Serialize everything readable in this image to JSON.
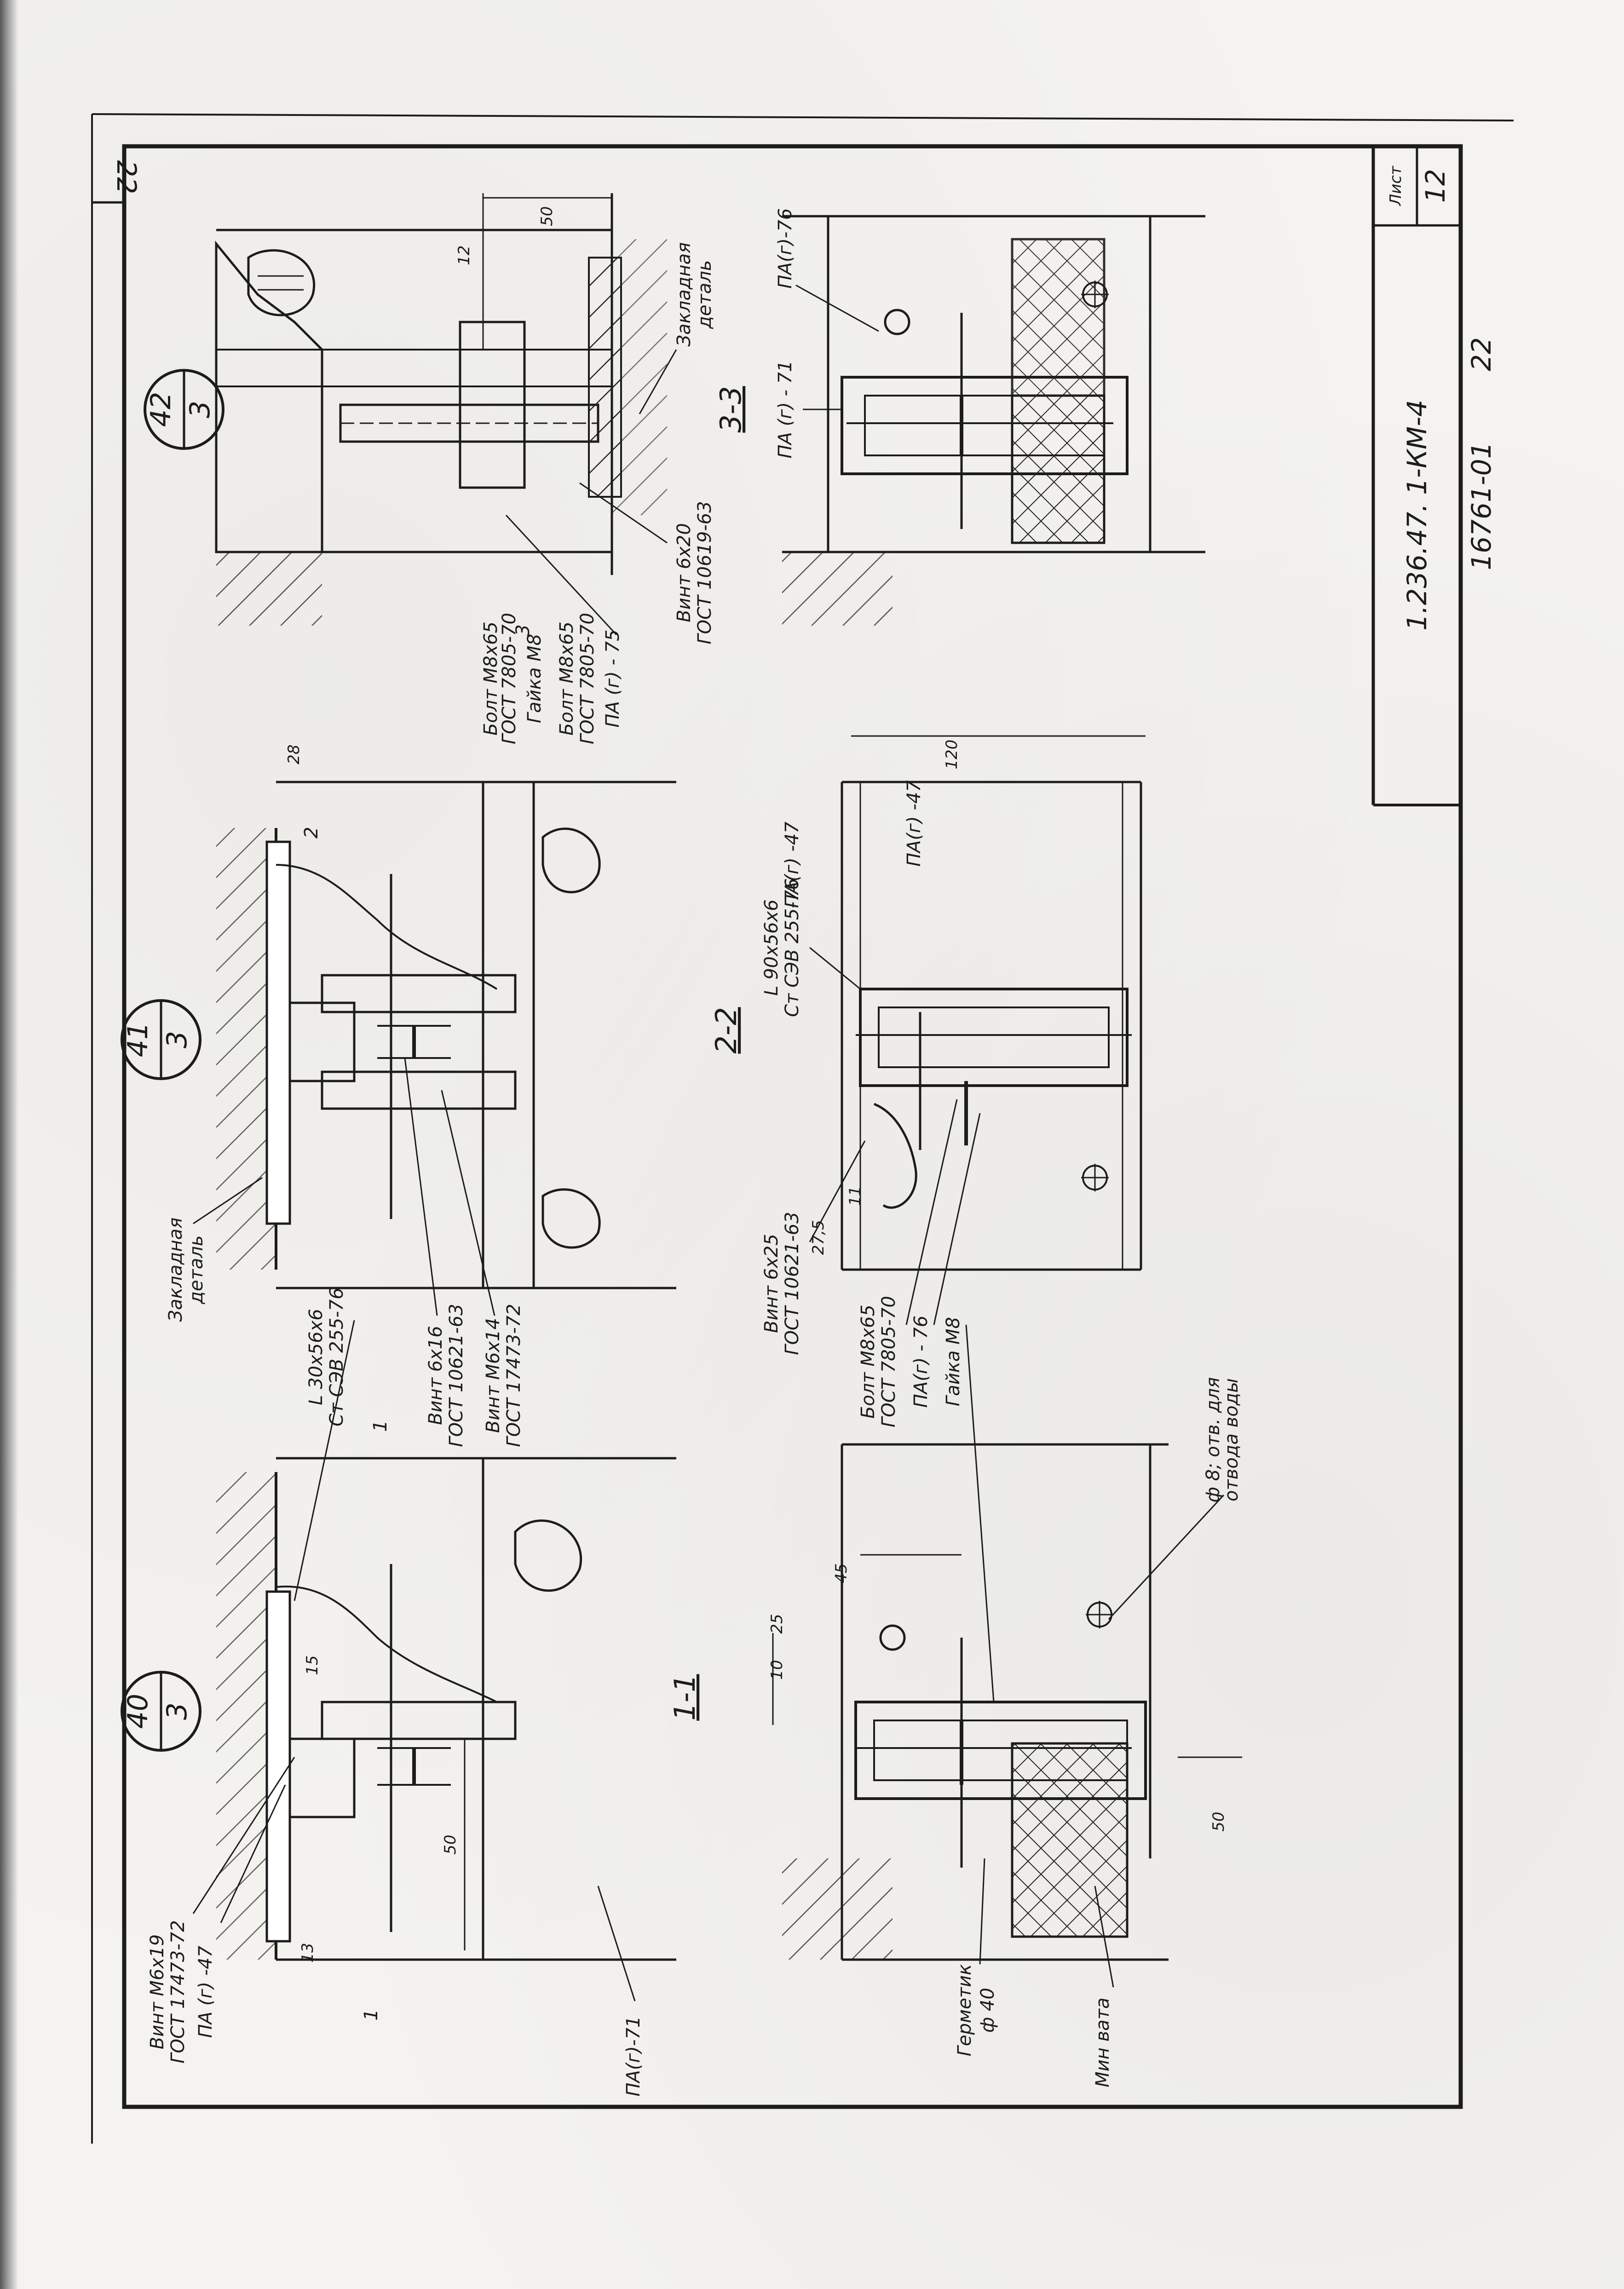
{
  "sheet": {
    "page_number": "22",
    "doc_code": "1.236.47. 1-КМ-4",
    "archive_code": "16761-01",
    "archive_page": "22",
    "sheet_label": "Лист",
    "sheet_number": "12"
  },
  "details": {
    "d40": {
      "num": "40",
      "sheet": "3"
    },
    "d41": {
      "num": "41",
      "sheet": "3"
    },
    "d42": {
      "num": "42",
      "sheet": "3"
    }
  },
  "sections": {
    "s11": "1-1",
    "s22": "2-2",
    "s33": "3-3"
  },
  "cut_marks": {
    "c1": "1",
    "c2": "2",
    "c3": "3"
  },
  "callouts": {
    "vint_m6x19": "Винт М6х19",
    "gost_17473": "ГОСТ 17473-72",
    "pa_47": "ПА (г) -47",
    "pa_71": "ПА(г)-71",
    "ugolok_30": "L 30х56х6",
    "st_cev_30": "Ст СЭВ 255-76",
    "vint_6x16": "Винт 6х16",
    "gost_10621": "ГОСТ 10621-63",
    "vint_m6x14": "Винт М6х14",
    "gost_17473_b": "ГОСТ 17473-72",
    "zakladnaya": "Закладная",
    "detal": "деталь",
    "bolt_m8x65_a": "Болт М8х65",
    "gost_7805_a": "ГОСТ 7805-70",
    "gaika_m8_a": "Гайка М8",
    "bolt_m8x65_b": "Болт М8х65",
    "gost_7805_b": "ГОСТ 7805-70",
    "pa_75": "ПА (г) - 75",
    "vint_6x20": "Винт 6х20",
    "gost_10619": "ГОСТ 10619-63",
    "zakladnaya_b": "Закладная",
    "detal_b": "деталь",
    "pa_76_top": "ПА(г)-76",
    "pa_71_b": "ПА (г) - 71",
    "ugolok_90": "L 90х56х6",
    "st_cev_90": "Ст СЭВ 255-76",
    "pa_47_b": "ПА(г) -47",
    "pa_47_c": "ПА(г) -47",
    "vint_6x25": "Винт 6х25",
    "gost_10621_b": "ГОСТ 10621-63",
    "bolt_m8x65_c": "Болт М8х65",
    "gost_7805_c": "ГОСТ 7805-70",
    "pa_76": "ПА(г) - 76",
    "gaika_m8_b": "Гайка М8",
    "otv_8": "ф 8; отв. для",
    "otv_8b": "отвода воды",
    "germetik": "Герметик",
    "d40_dim": "ф 40",
    "min_vata": "Мин вата"
  },
  "dims": {
    "d50_a": "50",
    "d12_a": "12",
    "d15": "15",
    "d28": "28",
    "d50_b": "50",
    "d13": "13",
    "d120": "120",
    "d27_5": "27,5",
    "d11": "11",
    "d10": "10",
    "d25": "25",
    "d45": "45",
    "d50_c": "50"
  }
}
